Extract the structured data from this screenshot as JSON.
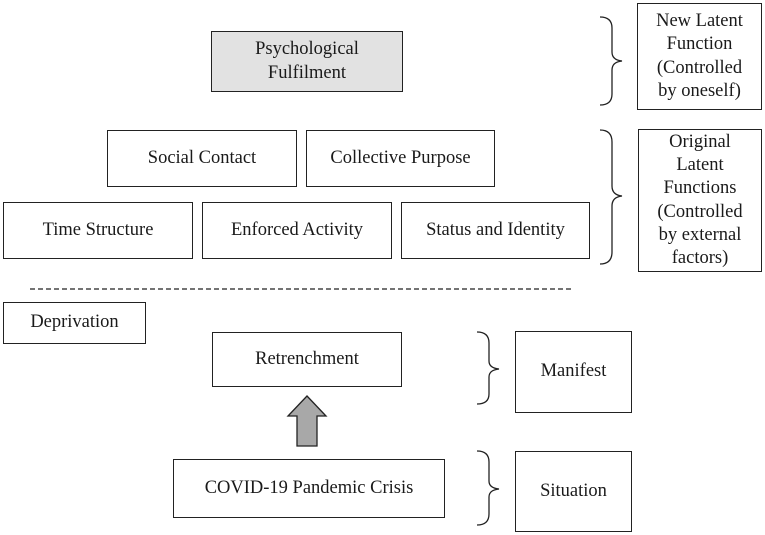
{
  "diagram": {
    "top_box": {
      "label": "Psychological\nFulfilment"
    },
    "latent_functions": [
      {
        "label": "Social Contact"
      },
      {
        "label": "Collective Purpose"
      },
      {
        "label": "Time Structure"
      },
      {
        "label": "Enforced Activity"
      },
      {
        "label": "Status and Identity"
      }
    ],
    "deprivation_label": "Deprivation",
    "retrenchment_label": "Retrenchment",
    "crisis_label": "COVID-19 Pandemic Crisis",
    "side_labels": {
      "new_latent": "New Latent\nFunction\n(Controlled\nby oneself)",
      "original_latent": "Original\nLatent\nFunctions\n(Controlled\nby external\nfactors)",
      "manifest": "Manifest",
      "situation": "Situation"
    },
    "colors": {
      "shaded_box": "#e2e2e2",
      "arrow_fill": "#a8a8a8",
      "stroke": "#222222"
    }
  }
}
